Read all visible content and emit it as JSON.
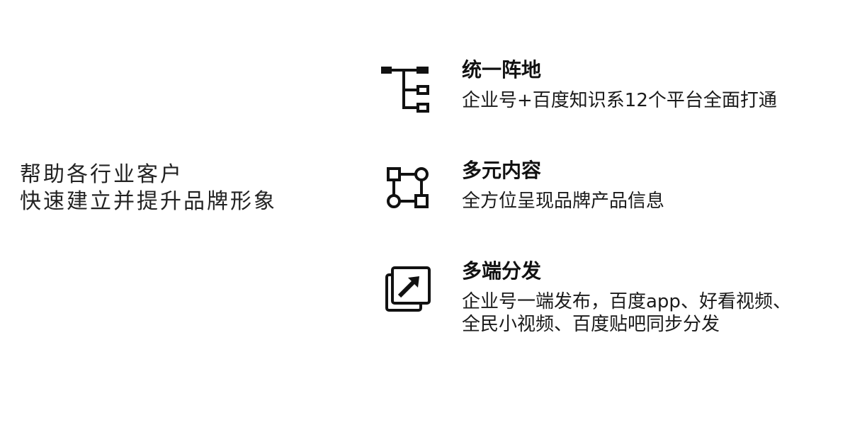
{
  "tagline": {
    "line1": "帮助各行业客户",
    "line2": "快速建立并提升品牌形象"
  },
  "features": [
    {
      "icon": "tree-structure-icon",
      "title": "统一阵地",
      "desc": [
        "企业号+百度知识系12个平台全面打通"
      ]
    },
    {
      "icon": "connected-nodes-icon",
      "title": "多元内容",
      "desc": [
        "全方位呈现品牌产品信息"
      ]
    },
    {
      "icon": "share-out-icon",
      "title": "多端分发",
      "desc": [
        "企业号一端发布，百度app、好看视频、",
        "全民小视频、百度贴吧同步分发"
      ]
    }
  ]
}
